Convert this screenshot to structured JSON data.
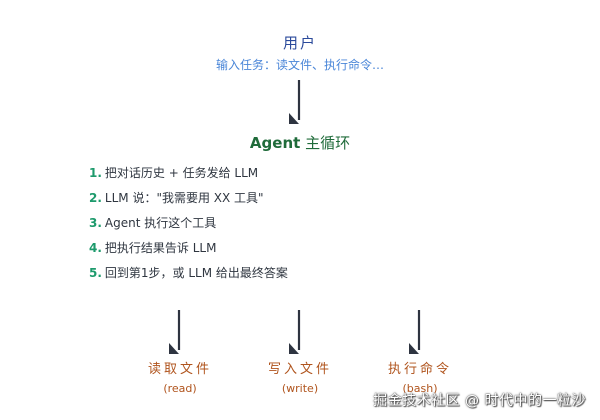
{
  "user": {
    "title": "用户",
    "subtitle": "输入任务：读文件、执行命令…"
  },
  "agent": {
    "title_bold": "Agent",
    "title_rest": " 主循环"
  },
  "steps": [
    {
      "num": "1.",
      "text": "把对话历史 + 任务发给 LLM"
    },
    {
      "num": "2.",
      "text": "LLM 说：\"我需要用 XX 工具\""
    },
    {
      "num": "3.",
      "text": "Agent 执行这个工具"
    },
    {
      "num": "4.",
      "text": "把执行结果告诉 LLM"
    },
    {
      "num": "5.",
      "text": "回到第1步，或 LLM 给出最终答案"
    }
  ],
  "tools": [
    {
      "name": "读取文件",
      "sub": "(read)"
    },
    {
      "name": "写入文件",
      "sub": "(write)"
    },
    {
      "name": "执行命令",
      "sub": "(bash)"
    }
  ],
  "watermark": "掘金技术社区 @ 时代中的一粒沙",
  "colors": {
    "user": "#2b4a9b",
    "user_sub": "#4a86d8",
    "agent": "#1f6b3a",
    "step_num": "#1d9a6c",
    "tool": "#b0541d",
    "arrow": "#2e3440"
  }
}
